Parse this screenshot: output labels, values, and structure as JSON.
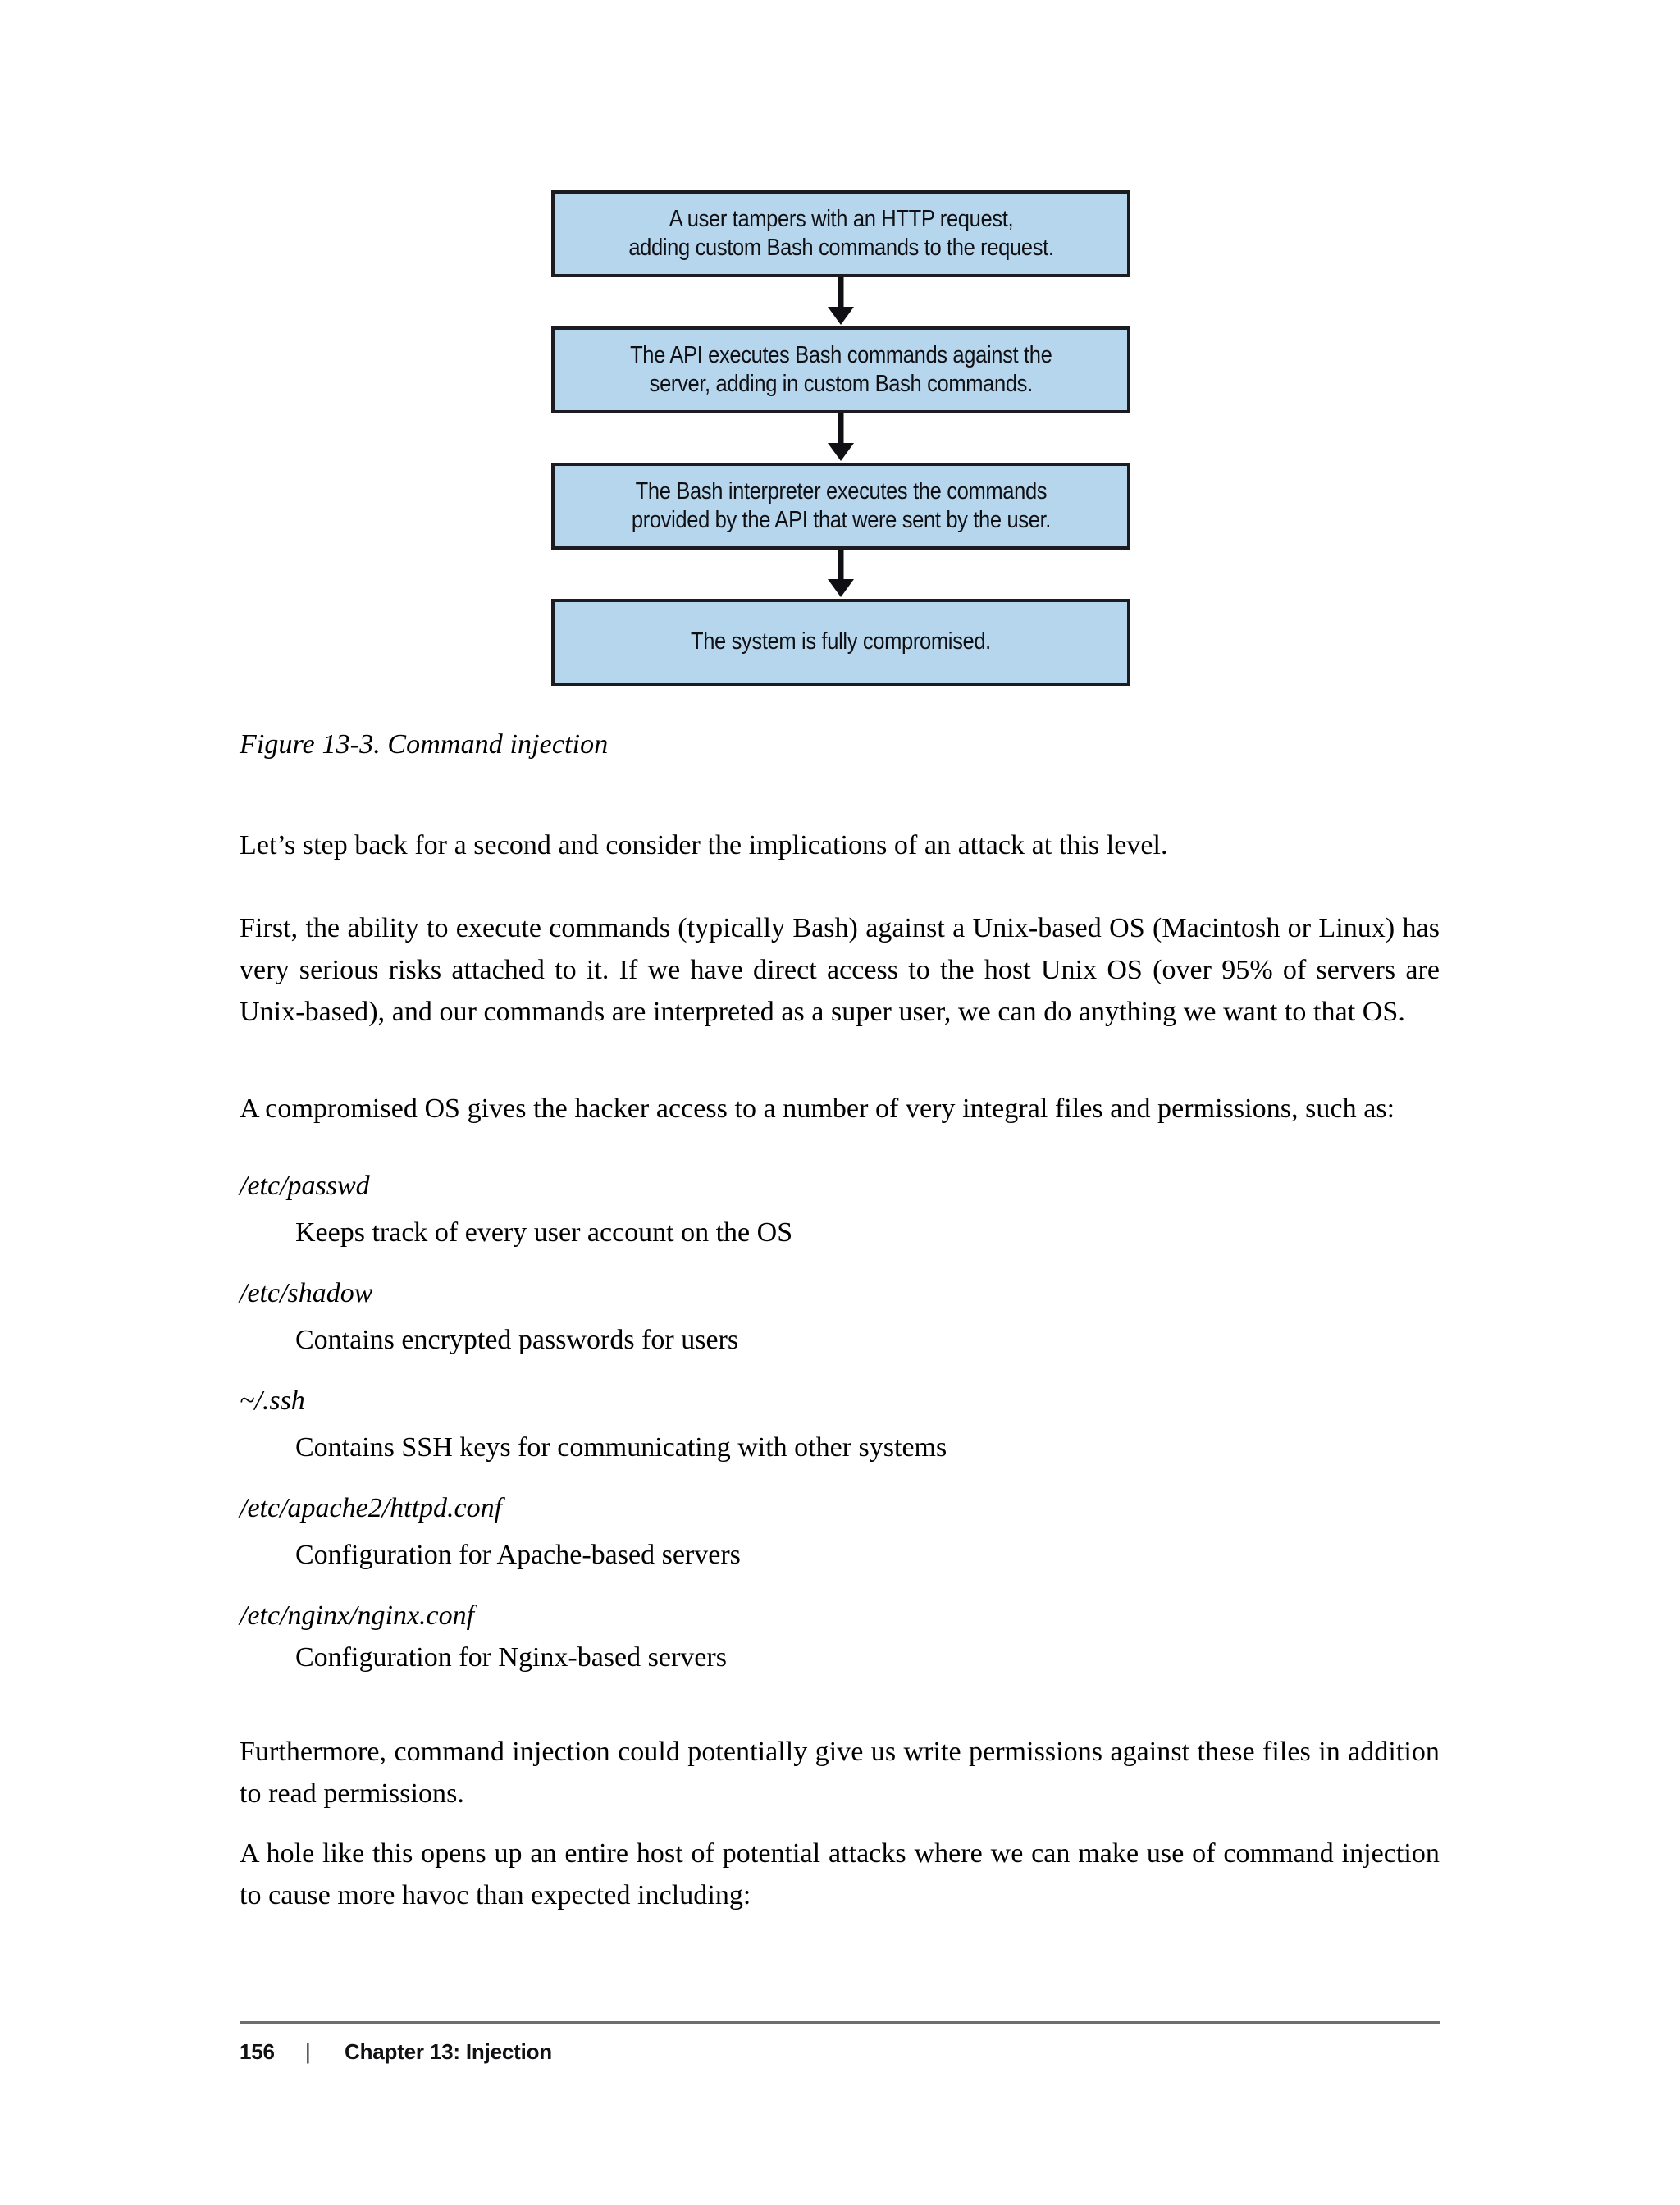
{
  "page": {
    "number": "156",
    "footer_separator": "|",
    "chapter": "Chapter 13: Injection"
  },
  "figure": {
    "caption": "Figure 13-3. Command injection",
    "accent_fill": "#b5d6ec",
    "border_color": "#1b1b20",
    "steps": [
      "A user tampers with an HTTP request,\nadding custom Bash commands to the request.",
      "The API executes Bash commands against the\nserver, adding in custom Bash commands.",
      "The Bash interpreter executes the commands\nprovided by the API that were sent by the user.",
      "The system is fully compromised."
    ]
  },
  "body": {
    "p1": "Let’s step back for a second and consider the implications of an attack at this level.",
    "p2": "First, the ability to execute commands (typically Bash) against a Unix-based OS (Macintosh or Linux) has very serious risks attached to it. If we have direct access to the host Unix OS (over 95% of servers are Unix-based), and our commands are interpreted as a super user, we can do anything we want to that OS.",
    "p3": "A compromised OS gives the hacker access to a number of very integral files and permissions, such as:",
    "p4": "Furthermore, command injection could potentially give us write permissions against these files in addition to read permissions.",
    "p5": "A hole like this opens up an entire host of potential attacks where we can make use of command injection to cause more havoc than expected including:"
  },
  "definitions": [
    {
      "term": "/etc/passwd",
      "description": "Keeps track of every user account on the OS"
    },
    {
      "term": "/etc/shadow",
      "description": "Contains encrypted passwords for users"
    },
    {
      "term": "~/.ssh",
      "description": "Contains SSH keys for communicating with other systems"
    },
    {
      "term": "/etc/apache2/httpd.conf",
      "description": "Configuration for Apache-based servers"
    },
    {
      "term": "/etc/nginx/nginx.conf",
      "description": "Configuration for Nginx-based servers"
    }
  ]
}
